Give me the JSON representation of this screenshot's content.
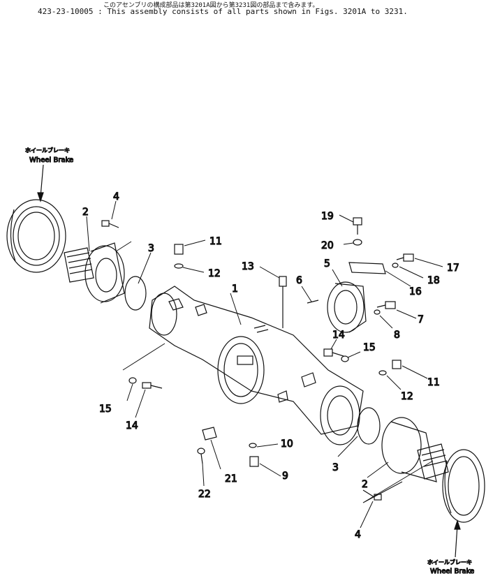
{
  "header": {
    "japanese_note": "このアセンブリの構成部品は第3201A図から第3231図の部品まで含みます。",
    "part_number": "423-23-10005",
    "english_note": "This assembly consists of all parts shown in Figs. 3201A to 3231."
  },
  "callouts": {
    "wheel_brake_left_jp": "ホイールブレーキ",
    "wheel_brake_left_en": "Wheel Brake",
    "wheel_brake_right_jp": "ホイールブレーキ",
    "wheel_brake_right_en": "Wheel Brake"
  },
  "part_labels": {
    "p1": "1",
    "p2_top": "2",
    "p2_bottom": "2",
    "p3_top": "3",
    "p3_bottom": "3",
    "p4_top": "4",
    "p4_bottom": "4",
    "p5": "5",
    "p6": "6",
    "p7": "7",
    "p8": "8",
    "p9": "9",
    "p10": "10",
    "p11_top": "11",
    "p11_right": "11",
    "p12_top": "12",
    "p12_right": "12",
    "p13": "13",
    "p14_left": "14",
    "p14_mid": "14",
    "p15_left": "15",
    "p15_mid": "15",
    "p16": "16",
    "p17": "17",
    "p18": "18",
    "p19": "19",
    "p20": "20",
    "p21": "21",
    "p22": "22"
  }
}
